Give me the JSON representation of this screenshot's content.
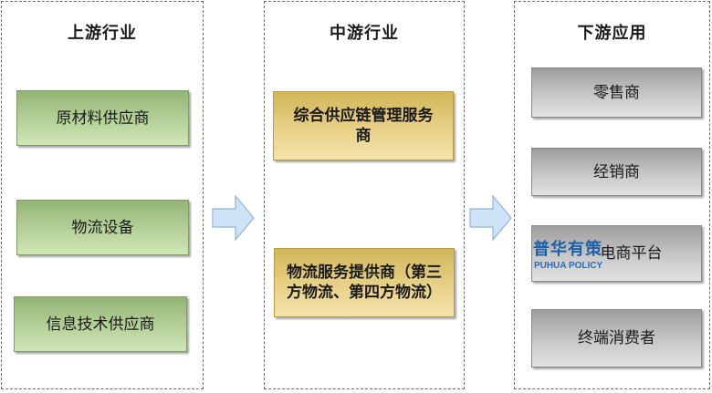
{
  "columns": {
    "upstream": {
      "title": "上游行业",
      "items": [
        "原材料供应商",
        "物流设备",
        "信息技术供应商"
      ]
    },
    "midstream": {
      "title": "中游行业",
      "items": [
        "综合供应链管理服务商",
        "物流服务提供商（第三方物流、第四方物流）"
      ]
    },
    "downstream": {
      "title": "下游应用",
      "items": [
        "零售商",
        "经销商",
        "电商平台",
        "终端消费者"
      ]
    }
  },
  "watermark": {
    "chinese": "普华有策",
    "english": "PUHUA POLICY"
  },
  "colors": {
    "upstream_fill": "#b3cf97",
    "midstream_fill": "#e6cf84",
    "downstream_fill": "#c4c4c4",
    "arrow_fill": "#cfe3f6",
    "arrow_stroke": "#8eb3d9",
    "watermark": "#1d5fa8"
  }
}
